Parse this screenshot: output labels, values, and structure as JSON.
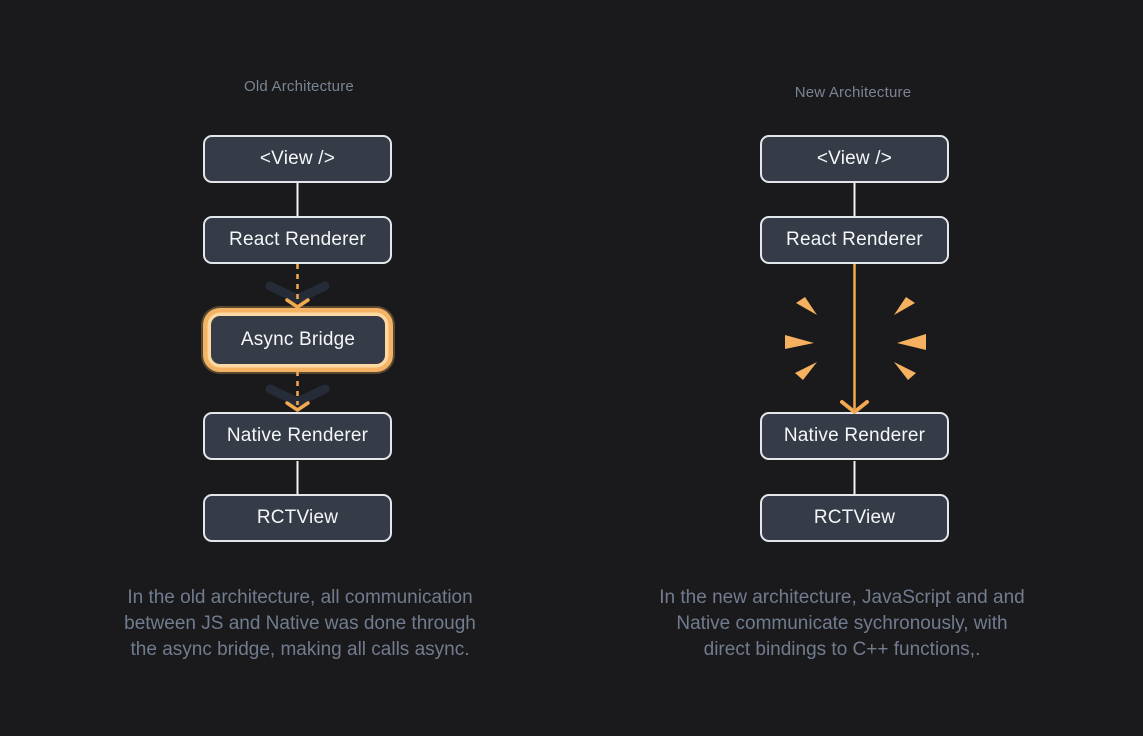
{
  "colors": {
    "background": "#1A1A1C",
    "box_fill": "#353B47",
    "box_border": "#E3E6EA",
    "box_text": "#F4F6F8",
    "title_text": "#7A8493",
    "muted_text": "#717C8E",
    "accent_orange": "#F2A950",
    "spark_orange": "#F5B15F",
    "glow_inner": "#FCD9A2",
    "glow_outer": "#F3B264",
    "chevron_dark": "#262B38",
    "line_white": "#F2F3F5"
  },
  "old_architecture": {
    "title": "Old Architecture",
    "nodes": {
      "view": "<View />",
      "react_renderer": "React Renderer",
      "async_bridge": "Async Bridge",
      "native_renderer": "Native Renderer",
      "rctview": "RCTView"
    },
    "caption": {
      "line1": "In the old architecture, all communication",
      "line2": "between JS and Native was done through",
      "line3": "the async bridge, making all calls async."
    }
  },
  "new_architecture": {
    "title": "New Architecture",
    "nodes": {
      "view": "<View />",
      "react_renderer": "React Renderer",
      "native_renderer": "Native Renderer",
      "rctview": "RCTView"
    },
    "caption": {
      "line1": "In the new architecture, JavaScript and and",
      "line2": "Native communicate sychronously, with",
      "line3": "direct bindings to C++ functions,."
    }
  }
}
